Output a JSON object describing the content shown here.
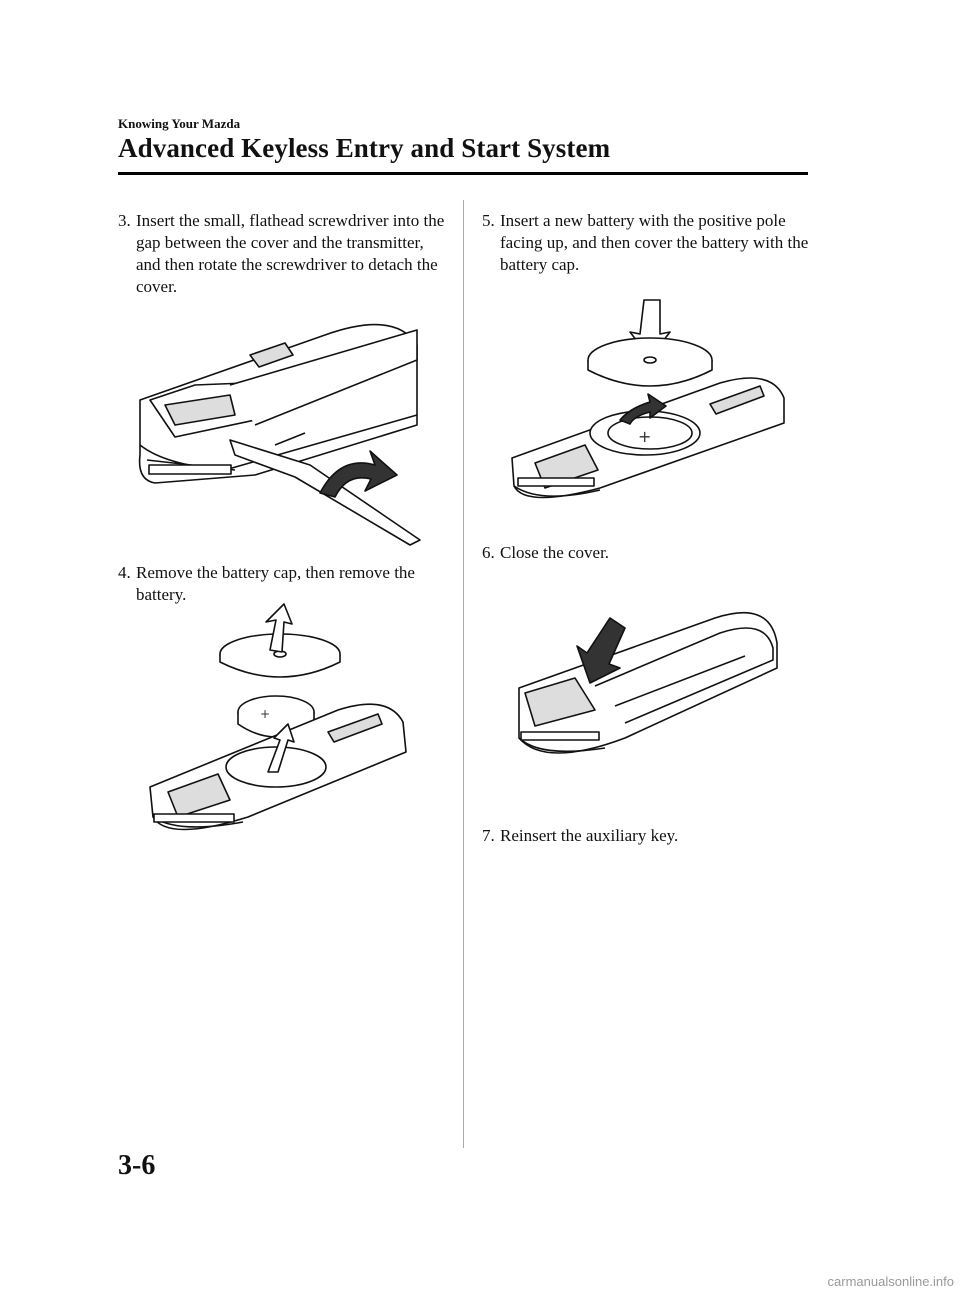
{
  "header": {
    "section": "Knowing Your Mazda",
    "title": "Advanced Keyless Entry and Start System"
  },
  "steps": [
    {
      "num": "3.",
      "text": "Insert the small, flathead screwdriver into the gap between the cover and the transmitter, and then rotate the screwdriver to detach the cover."
    },
    {
      "num": "4.",
      "text": "Remove the battery cap, then remove the battery."
    },
    {
      "num": "5.",
      "text": "Insert a new battery with the positive pole facing up, and then cover the battery with the battery cap."
    },
    {
      "num": "6.",
      "text": "Close the cover."
    },
    {
      "num": "7.",
      "text": "Reinsert the auxiliary key."
    }
  ],
  "footer": {
    "page_number": "3-6",
    "url": "carmanualsonline.info"
  }
}
